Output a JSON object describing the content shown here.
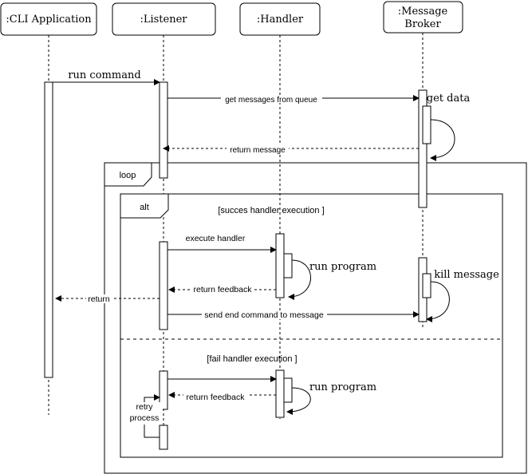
{
  "participants": {
    "cli": ":CLI Application",
    "listener": ":Listener",
    "handler": ":Handler",
    "broker_line1": ":Message",
    "broker_line2": "Broker"
  },
  "messages": {
    "run_command": "run command",
    "get_messages": "get messages from queue",
    "get_data": "get data",
    "return_message": "return message",
    "execute_handler": "execute handler",
    "run_program_1": "run program",
    "kill_message": "kill message",
    "return_feedback_1": "return feedback",
    "return": "return",
    "send_end_command": "send end command to message",
    "run_program_2": "run program",
    "return_feedback_2": "return feedback",
    "retry_line1": "retry",
    "retry_line2": "process"
  },
  "fragments": {
    "loop_label": "loop",
    "alt_label": "alt",
    "guard_success": "[succes handler execution ]",
    "guard_fail": "[fail handler execution ]"
  }
}
